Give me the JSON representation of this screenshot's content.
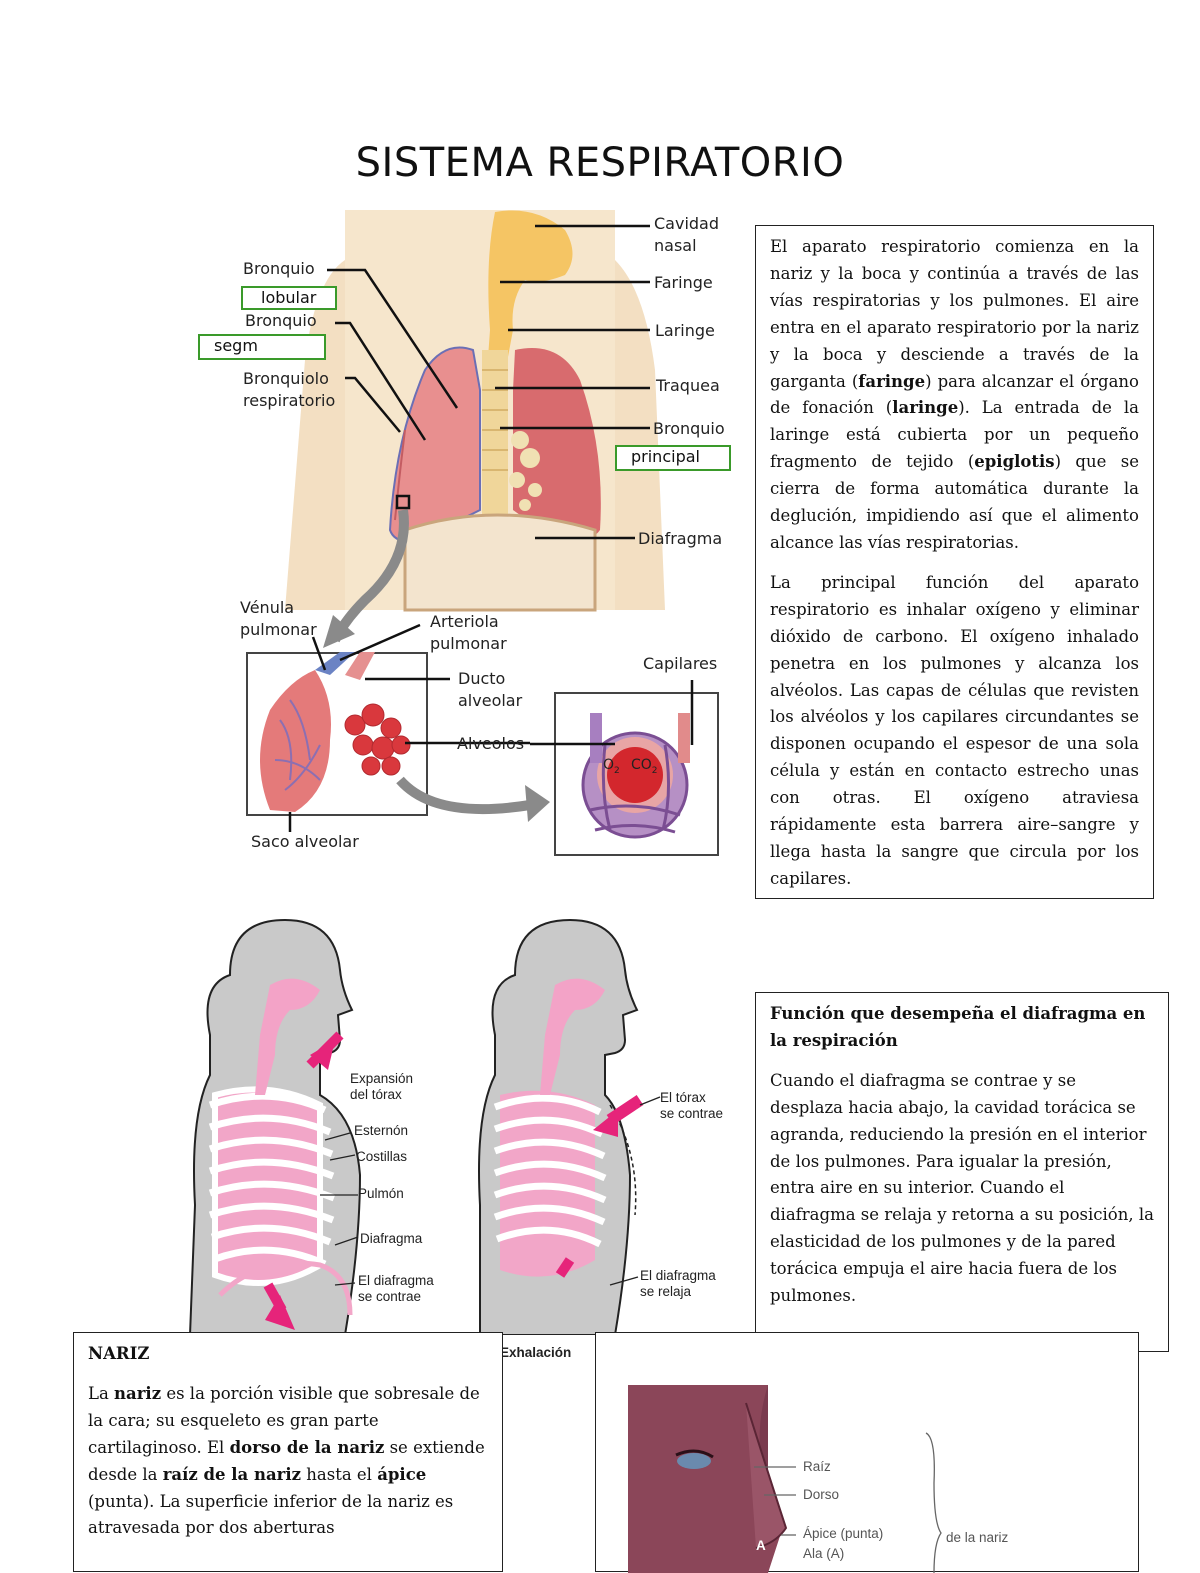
{
  "title": "SISTEMA RESPIRATORIO",
  "diagram_top": {
    "labels": {
      "cavidad_nasal_1": "Cavidad",
      "cavidad_nasal_2": "nasal",
      "faringe": "Faringe",
      "laringe": "Laringe",
      "traquea": "Traquea",
      "bronquio_principal_1": "Bronquio",
      "bronquio_principal_2": "principal",
      "diafragma": "Diafragma",
      "bronquio_lobular_1": "Bronquio",
      "bronquio_lobular_2": "lobular",
      "bronquio_segm_1": "Bronquio",
      "bronquio_segm_2": "segm",
      "bronquiolo_1": "Bronquiolo",
      "bronquiolo_2": "respiratorio",
      "venula_1": "Vénula",
      "venula_2": "pulmonar",
      "arteriola_1": "Arteriola",
      "arteriola_2": "pulmonar",
      "ducto_1": "Ducto",
      "ducto_2": "alveolar",
      "alveolos": "Alveolos",
      "capilares": "Capilares",
      "saco": "Saco alveolar",
      "o2": "O",
      "o2_sub": "2",
      "co2": "CO",
      "co2_sub": "2"
    }
  },
  "intro_box": {
    "p1_a": "El aparato respiratorio comienza en la nariz y la boca y continúa a través de las vías respiratorias y los pulmones. El aire entra en el aparato respiratorio por la nariz y la boca y desciende a través de la garganta (",
    "p1_b1": "faringe",
    "p1_c": ") para alcanzar el órgano de fonación (",
    "p1_b2": "laringe",
    "p1_d": "). La entrada de la laringe está cubierta por un pequeño fragmento de tejido (",
    "p1_b3": "epiglotis",
    "p1_e": ") que se cierra de forma automática durante la deglución, impidiendo así que el alimento alcance las vías respiratorias.",
    "p2": "La principal función del aparato respiratorio es inhalar oxígeno y eliminar dióxido de carbono. El oxígeno inhalado penetra en los pulmones y alcanza los alvéolos. Las capas de células que revisten los alvéolos y los capilares circundantes se disponen ocupando el espesor de una sola célula y están en contacto estrecho unas con otras. El oxígeno atraviesa rápidamente esta barrera aire–sangre y llega hasta la sangre que circula por los capilares."
  },
  "breathing_diagram": {
    "inhale": {
      "expansion_1": "Expansión",
      "expansion_2": "del tórax",
      "esternon": "Esternón",
      "costillas": "Costillas",
      "pulmon": "Pulmón",
      "diafragma": "Diafragma",
      "contrae_1": "El diafragma",
      "contrae_2": "se contrae"
    },
    "exhale": {
      "torax_1": "El tórax",
      "torax_2": "se contrae",
      "relaja_1": "El diafragma",
      "relaja_2": "se relaja",
      "caption": "Exhalación"
    }
  },
  "diaphragm_box": {
    "heading": "Función que desempeña el diafragma en la respiración",
    "body": "Cuando el diafragma se contrae y se desplaza hacia abajo, la cavidad torácica se agranda, reduciendo la presión en el interior de los pulmones. Para igualar la presión, entra aire en su interior. Cuando el diafragma se relaja y retorna a su posición, la elasticidad de los pulmones y de la pared torácica empuja el aire hacia fuera de los pulmones."
  },
  "nose_box": {
    "heading": "NARIZ",
    "t1": "La ",
    "b1": "nariz",
    "t2": " es la porción visible que sobresale de la cara; su esqueleto es gran parte cartilaginoso. El ",
    "b2": "dorso de la nariz",
    "t3": " se extiende desde la ",
    "b3": "raíz de la nariz",
    "t4": " hasta el ",
    "b4": "ápice",
    "t5": " (punta). La superficie inferior de la nariz es atravesada por dos aberturas"
  },
  "nose_image": {
    "raiz": "Raíz",
    "dorso": "Dorso",
    "apice": "Ápice (punta)",
    "ala": "Ala (A)",
    "de_la_nariz": "de la nariz",
    "letter": "A"
  }
}
